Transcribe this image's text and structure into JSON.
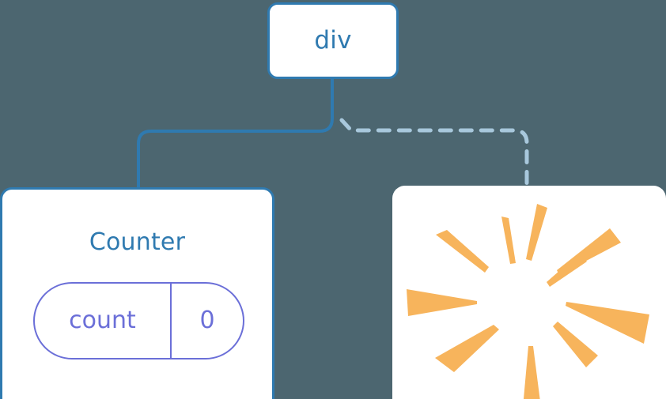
{
  "diagram": {
    "title": "component-tree",
    "background_color": "#4c6670",
    "nodes": {
      "root": {
        "label": "div",
        "text_color": "#2f7ab0",
        "border_color": "#2f7ab0",
        "fill_color": "#ffffff"
      },
      "left_child": {
        "label": "Counter",
        "text_color": "#2f7ab0",
        "border_color": "#2f7ab0",
        "fill_color": "#ffffff",
        "state": {
          "key": "count",
          "value": "0",
          "accent_color": "#6b6fd8"
        }
      },
      "right_child": {
        "label": "",
        "fill_color": "#ffffff",
        "graphic": "burst-icon",
        "graphic_color": "#f7b45c",
        "ray_count": 10
      }
    },
    "edges": {
      "solid": {
        "style": "solid",
        "color": "#2f7ab0",
        "from": "root",
        "to": "left_child"
      },
      "dashed": {
        "style": "dashed",
        "color": "#a8c8dc",
        "from": "root",
        "to": "right_child"
      }
    }
  }
}
